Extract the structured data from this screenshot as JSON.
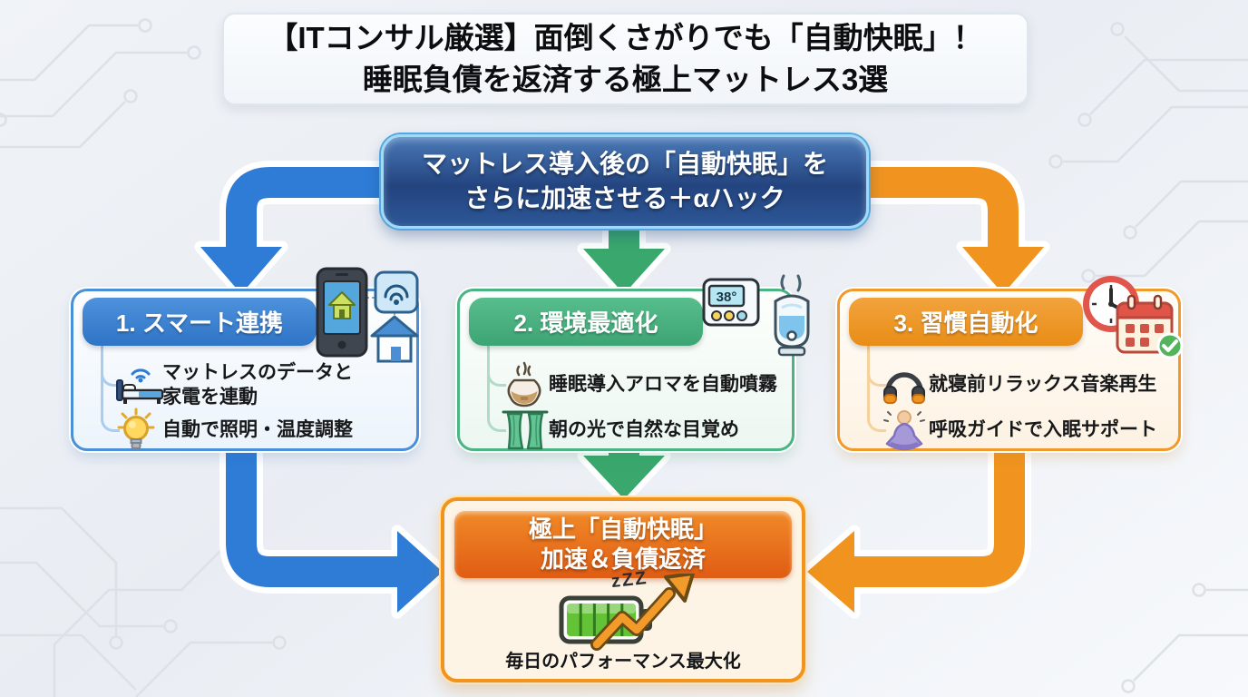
{
  "title": {
    "line1": "【ITコンサル厳選】面倒くさがりでも「自動快眠」！",
    "line2": "睡眠負債を返済する極上マットレス3選"
  },
  "hub": {
    "line1": "マットレス導入後の「自動快眠」を",
    "line2": "さらに加速させる＋αハック"
  },
  "steps": [
    {
      "header": "1. スマート連携",
      "accent": "#2f74c6",
      "items": [
        {
          "icon": "bed-wifi-icon",
          "text": "マットレスのデータと家電を連動"
        },
        {
          "icon": "light-bulb-icon",
          "text": "自動で照明・温度調整"
        }
      ]
    },
    {
      "header": "2. 環境最適化",
      "accent": "#3da473",
      "items": [
        {
          "icon": "aroma-diffuser-icon",
          "text": "睡眠導入アロマを自動噴霧"
        },
        {
          "icon": "curtains-icon",
          "text": "朝の光で自然な目覚め"
        }
      ]
    },
    {
      "header": "3. 習慣自動化",
      "accent": "#e88d17",
      "items": [
        {
          "icon": "headphones-icon",
          "text": "就寝前リラックス音楽再生"
        },
        {
          "icon": "meditation-icon",
          "text": "呼吸ガイドで入眠サポート"
        }
      ]
    }
  ],
  "outcome": {
    "line1": "極上「自動快眠」",
    "line2": "加速＆負債返済",
    "zzz": "zZZ",
    "caption": "毎日のパフォーマンス最大化"
  },
  "decor": {
    "thermostat_reading": "38°"
  },
  "colors": {
    "arrow_blue": "#2e7cd6",
    "arrow_green": "#3aa86d",
    "arrow_orange": "#f0941f",
    "hub_border": "#9fdbf8",
    "outcome_border": "#f0941d"
  }
}
